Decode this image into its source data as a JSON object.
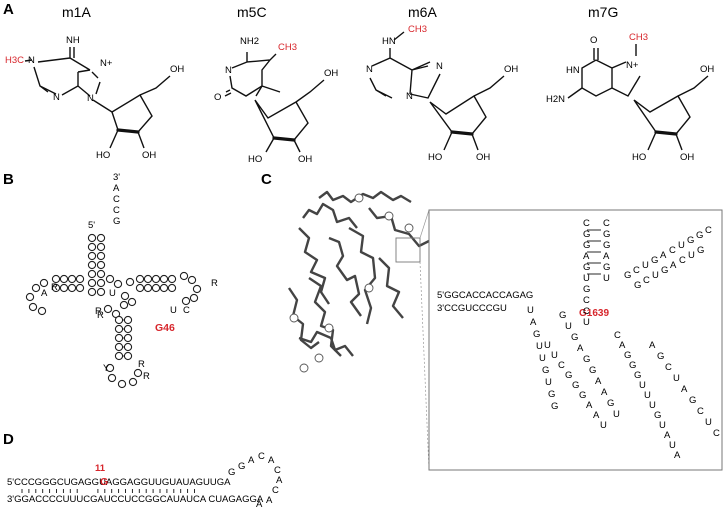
{
  "panels": {
    "A": "A",
    "B": "B",
    "C": "C",
    "D": "D"
  },
  "molecules": [
    {
      "name": "m1A",
      "methyl_label": "H3C",
      "ring_labels": [
        "NH",
        "N",
        "N+",
        "N",
        "N"
      ],
      "oh_labels": [
        "OH",
        "HO",
        "OH"
      ]
    },
    {
      "name": "m5C",
      "methyl_label": "CH3",
      "ring_labels": [
        "NH2",
        "N",
        "O"
      ],
      "oh_labels": [
        "OH",
        "HO",
        "OH"
      ]
    },
    {
      "name": "m6A",
      "methyl_label": "CH3",
      "ring_labels": [
        "HN",
        "N",
        "N",
        "N"
      ],
      "oh_labels": [
        "OH",
        "HO",
        "OH"
      ]
    },
    {
      "name": "m7G",
      "methyl_label": "CH3",
      "ring_labels": [
        "O",
        "HN",
        "N+",
        "H2N"
      ],
      "oh_labels": [
        "OH",
        "HO",
        "OH"
      ]
    }
  ],
  "trna": {
    "three_prime": "3'",
    "five_prime": "5'",
    "acceptor_tail": [
      "A",
      "C",
      "C",
      "G"
    ],
    "loop_letters": [
      "R",
      "A",
      "R",
      "R",
      "U",
      "U",
      "C",
      "Y",
      "R",
      "R",
      "R"
    ],
    "highlight": "G46"
  },
  "rrna": {
    "highlight": "G1639",
    "left_top": "5'GGCACCACCAGAG",
    "left_bottom": "3'CCGUCCCGU",
    "hairpin_top": [
      "C",
      "G",
      "G",
      "A",
      "G",
      "U",
      "G",
      "C",
      "C",
      "U"
    ],
    "hairpin_right": [
      "G",
      "C",
      "U",
      "G",
      "A",
      "C",
      "U",
      "G",
      "G",
      "C"
    ],
    "arm1": [
      "U",
      "A",
      "G",
      "U",
      "U",
      "G",
      "U",
      "G",
      "G"
    ],
    "arm2": [
      "U",
      "U",
      "C",
      "G",
      "G",
      "G",
      "A",
      "A",
      "U"
    ],
    "arm3": [
      "G",
      "U",
      "G",
      "A",
      "G",
      "G",
      "A",
      "A",
      "G",
      "U"
    ],
    "arm4": [
      "C",
      "A",
      "G",
      "G",
      "G",
      "U",
      "U",
      "U",
      "G",
      "U",
      "A",
      "U",
      "A"
    ],
    "arm5": [
      "A",
      "G",
      "C",
      "U",
      "A",
      "G",
      "C",
      "U",
      "C"
    ]
  },
  "hairpin_d": {
    "top": "5'CCCGGGCUGAGGUAGGAGGUUGUAUAGUUGA",
    "bottom": "3'GGACCCCUUUCGAUCCUCCGGCAUAUCA CUAGAGGA",
    "position": "11",
    "highlight": "G",
    "loop": [
      "G",
      "G",
      "A",
      "C",
      "A",
      "C",
      "A",
      "C",
      "A",
      "A"
    ]
  }
}
